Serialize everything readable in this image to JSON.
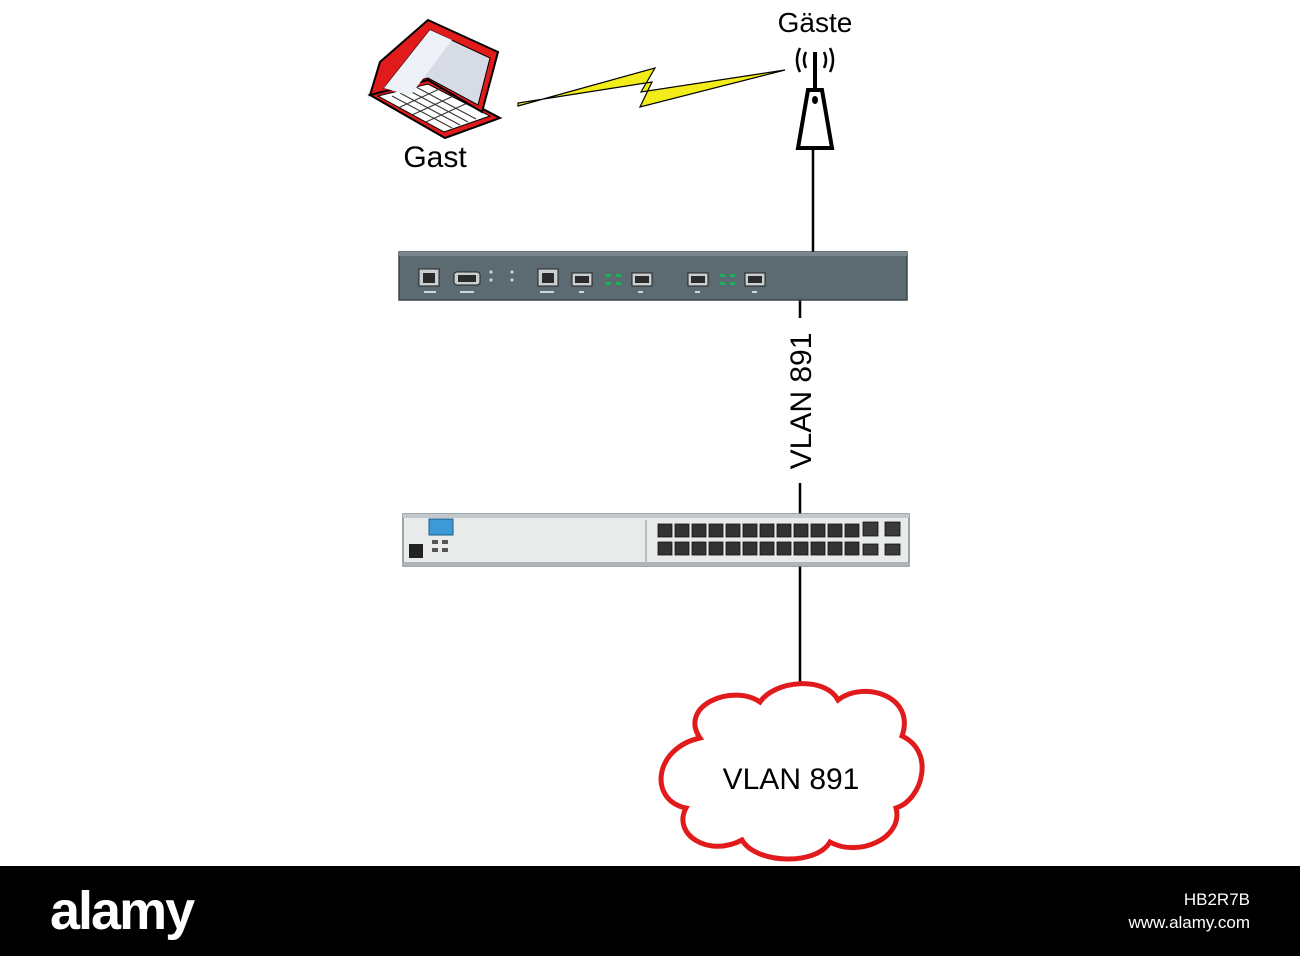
{
  "diagram": {
    "laptop_label": "Gast",
    "ap_label": "Gäste",
    "link_label": "VLAN 891",
    "cloud_label": "VLAN 891",
    "colors": {
      "laptop": "#e11b1b",
      "cloud": "#e11b1b",
      "wireless": "#f2ec1a",
      "device_body": "#5c6a72",
      "switch_body": "#e9ebeb"
    }
  },
  "footer": {
    "brand": "alamy",
    "image_id": "HB2R7B",
    "site": "www.alamy.com"
  }
}
